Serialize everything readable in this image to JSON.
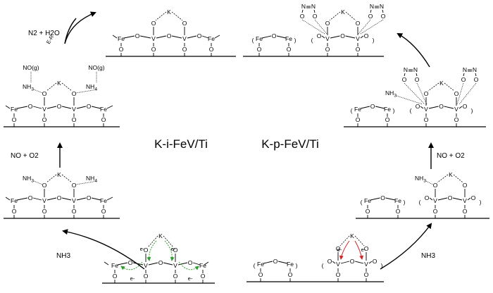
{
  "catalysts": {
    "left": "K-i-FeV/Ti",
    "right": "K-p-FeV/Ti"
  },
  "reagents": {
    "nh3": "NH3",
    "no_o2": "NO + O2",
    "products": "N2 + H2O",
    "er": "E-R"
  },
  "atoms": {
    "fe": "Fe",
    "v": "V",
    "o": "O",
    "k": "K",
    "n": "N",
    "nh3": "NH3",
    "nh4": "NH4",
    "nog": "NO(g)",
    "electron": "e-"
  },
  "colors": {
    "er_label": "#2e9e2e",
    "electron_transfer_left": "#2e9e2e",
    "electron_transfer_right": "#d42424"
  }
}
